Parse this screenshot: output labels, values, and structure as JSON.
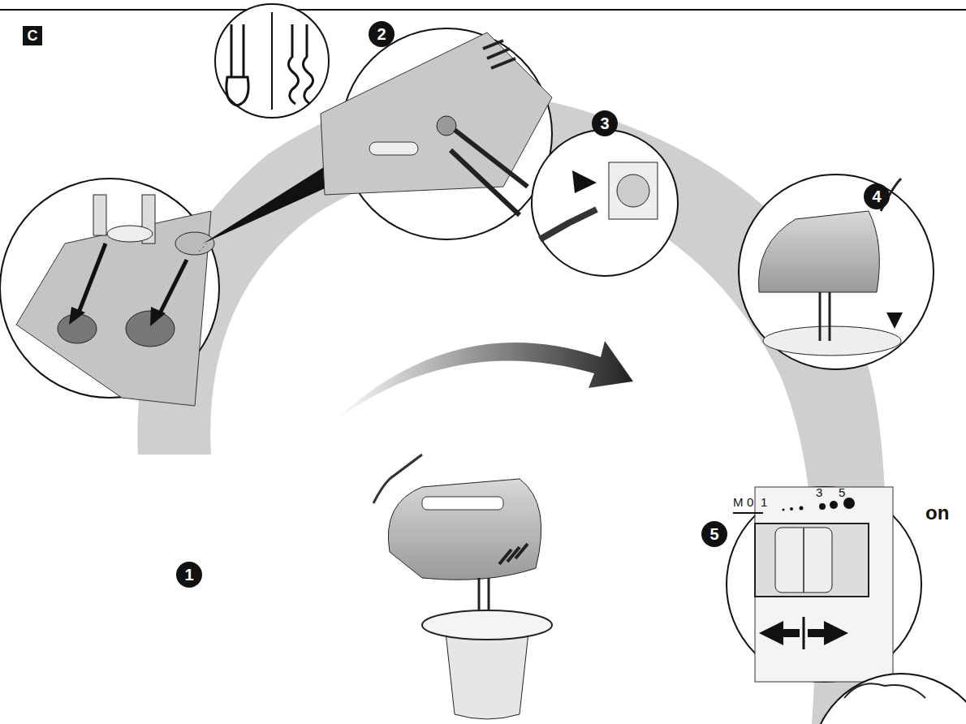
{
  "diagram": {
    "nodes": [
      {
        "text": [
          "C"
        ]
      },
      {
        "text": [
          "2"
        ]
      },
      {
        "text": [
          "3"
        ]
      },
      {
        "text": [
          "4"
        ]
      },
      {
        "text": [
          "5"
        ]
      },
      {
        "text": [
          "1"
        ]
      }
    ],
    "labels": [
      "on",
      "M",
      "0",
      "1",
      "3",
      "5"
    ]
  }
}
